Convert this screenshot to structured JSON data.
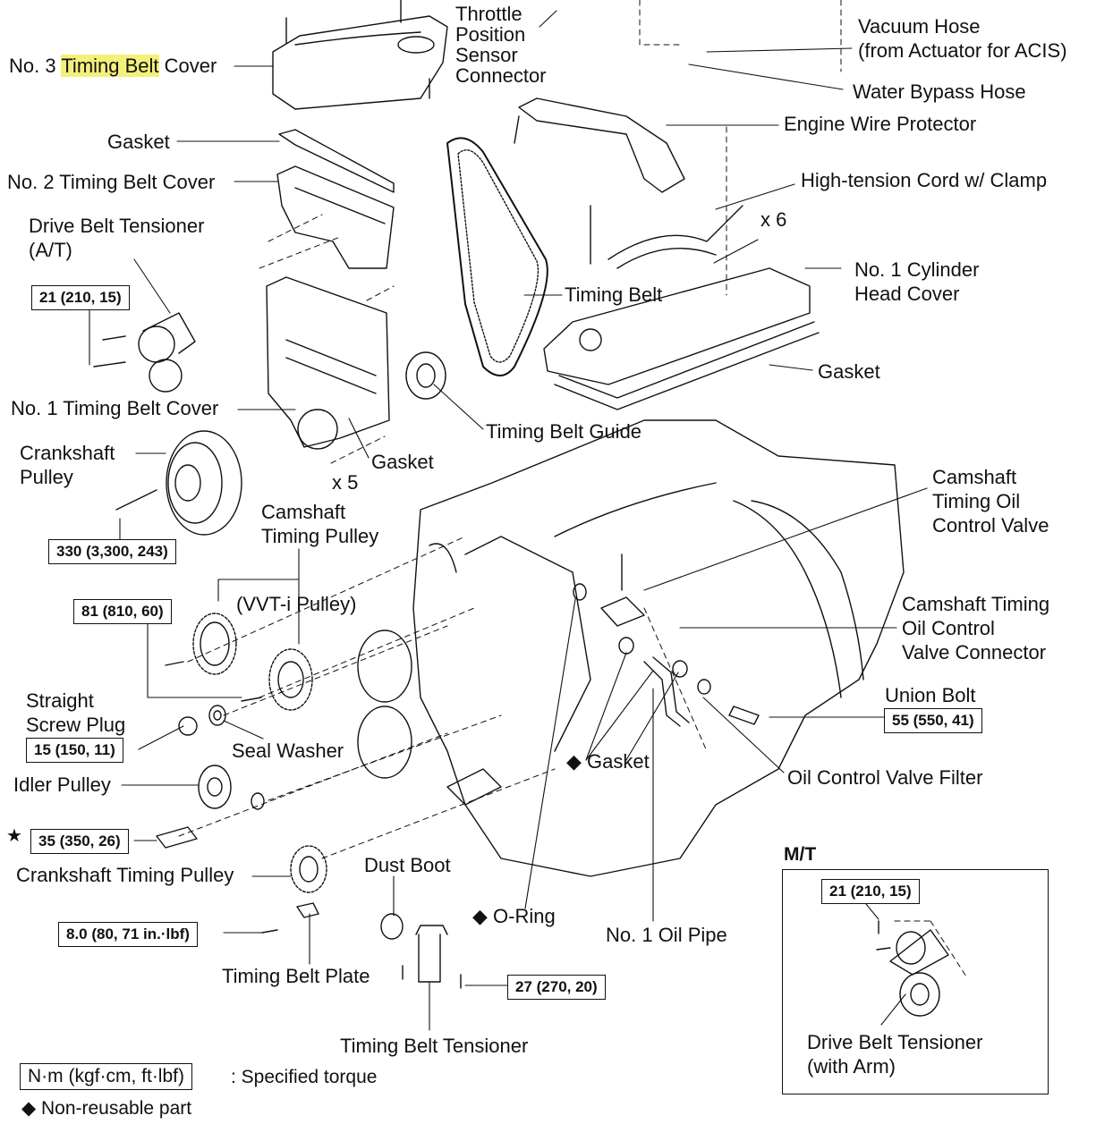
{
  "labels": {
    "no3_prefix": "No. 3 ",
    "no3_highlight": "Timing Belt",
    "no3_suffix": " Cover",
    "throttle": "Throttle\nPosition\nSensor\nConnector",
    "vacuum_hose": "Vacuum Hose\n(from Actuator for ACIS)",
    "water_bypass": "Water Bypass Hose",
    "engine_wire": "Engine Wire Protector",
    "gasket_top": "Gasket",
    "no2_cover": "No. 2 Timing Belt Cover",
    "hightension": "High-tension  Cord w/ Clamp",
    "x6": "x 6",
    "drive_belt_at": "Drive Belt Tensioner\n(A/T)",
    "no1_cyl_head": "No. 1 Cylinder\nHead Cover",
    "timing_belt": "Timing Belt",
    "gasket_head": "Gasket",
    "no1_cover": "No. 1 Timing Belt Cover",
    "timing_belt_guide": "Timing Belt Guide",
    "crank_pulley": "Crankshaft\nPulley",
    "gasket_cover": "Gasket",
    "x5": "x 5",
    "cam_oil_valve": "Camshaft\nTiming Oil\nControl Valve",
    "cam_timing_pulley": "Camshaft\nTiming Pulley",
    "vvti": "(VVT-i  Pulley)",
    "cam_valve_connector": "Camshaft Timing\nOil Control\nValve Connector",
    "union_bolt": "Union Bolt",
    "straight_plug": "Straight\nScrew Plug",
    "seal_washer": "Seal Washer",
    "gasket_oil": "◆ Gasket",
    "idler_pulley": "Idler Pulley",
    "oil_filter": "Oil Control Valve Filter",
    "crank_timing_pulley": "Crankshaft Timing Pulley",
    "dust_boot": "Dust Boot",
    "o_ring": "◆  O-Ring",
    "no1_oil_pipe": "No. 1 Oil Pipe",
    "timing_plate": "Timing Belt Plate",
    "tensioner": "Timing Belt Tensioner",
    "mt_title": "M/T",
    "drive_belt_arm": "Drive Belt Tensioner\n(with Arm)",
    "star": "★"
  },
  "torques": {
    "t21_at": "21 (210, 15)",
    "t330": "330 (3,300, 243)",
    "t81": "81 (810, 60)",
    "t55": "55 (550, 41)",
    "t15": "15 (150, 11)",
    "t35": "35 (350, 26)",
    "t8": "8.0 (80, 71 in.·lbf)",
    "t27": "27 (270, 20)",
    "t21_mt": "21 (210, 15)"
  },
  "legend": {
    "unit_box": "N·m (kgf·cm, ft·lbf)",
    "unit_text": ": Specified torque",
    "nonreusable": "◆ Non-reusable part"
  },
  "colors": {
    "highlight": "#f3f07a",
    "line": "#111111"
  }
}
